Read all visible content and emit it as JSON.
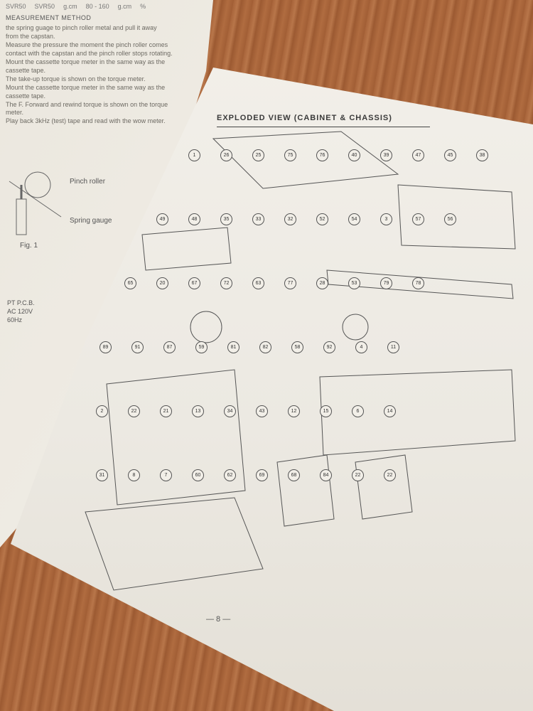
{
  "left_page": {
    "table_fragments": [
      "SVR50",
      "SVR50",
      "g.cm",
      "80 - 160",
      "g.cm",
      "%"
    ],
    "heading": "MEASUREMENT METHOD",
    "lines": [
      "the spring guage to pinch roller metal and pull it away",
      "from the capstan.",
      "Measure the pressure the moment the pinch roller comes",
      "contact with the capstan and the pinch roller stops rotating.",
      "Mount the cassette torque meter in the same way as the",
      "cassette tape.",
      "The take-up torque is shown on the torque meter.",
      "Mount the cassette torque meter in the same way as the",
      "cassette tape.",
      "The F. Forward and rewind torque is shown on the torque meter.",
      "Play back 3kHz (test) tape and read with the wow meter."
    ],
    "figure": {
      "pinch_roller": "Pinch roller",
      "spring_gauge": "Spring gauge",
      "caption": "Fig. 1"
    },
    "pcb": {
      "label": "PT P.C.B.",
      "ac": "AC 120V",
      "hz": "60Hz"
    }
  },
  "right_page": {
    "title": "EXPLODED VIEW (CABINET & CHASSIS)",
    "page_number": "— 8 —",
    "part_numbers": [
      "1",
      "26",
      "25",
      "75",
      "76",
      "40",
      "39",
      "47",
      "45",
      "38",
      "49",
      "48",
      "35",
      "33",
      "32",
      "52",
      "54",
      "3",
      "57",
      "56",
      "65",
      "20",
      "67",
      "72",
      "63",
      "77",
      "28",
      "53",
      "79",
      "78",
      "89",
      "91",
      "87",
      "59",
      "81",
      "82",
      "58",
      "92",
      "4",
      "11",
      "2",
      "22",
      "21",
      "13",
      "34",
      "43",
      "12",
      "15",
      "6",
      "14",
      "31",
      "8",
      "7",
      "60",
      "62",
      "69",
      "68",
      "84",
      "22",
      "22"
    ]
  }
}
